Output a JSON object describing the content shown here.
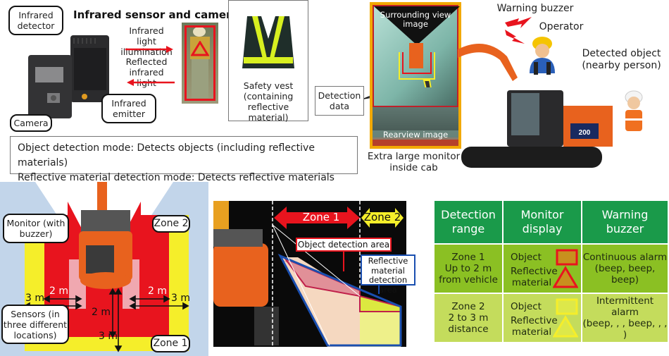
{
  "top_left": {
    "title": "Infrared sensor and camera",
    "callouts": {
      "infrared_detector": "Infrared detector",
      "camera": "Camera",
      "infrared_emitter": "Infrared emitter"
    },
    "arrows": {
      "illumination": "Infrared light illumination",
      "reflected": "Reflected infrared light"
    },
    "safety_vest": "Safety vest (containing reflective material)"
  },
  "modes": {
    "object_mode": "Object detection mode: Detects objects (including reflective materials)",
    "reflective_mode": "Reflective material detection mode: Detects reflective materials only"
  },
  "monitor": {
    "detection_data": "Detection data",
    "surrounding_view": "Surrounding view image",
    "rearview": "Rearview image",
    "caption": "Extra large monitor inside cab"
  },
  "excavator_scene": {
    "warning_buzzer": "Warning buzzer",
    "operator": "Operator",
    "detected_object": "Detected object (nearby person)",
    "model_badge": "200"
  },
  "top_view": {
    "monitor_callout": "Monitor (with buzzer)",
    "sensors_callout": "Sensors (in three different locations)",
    "zone2_label": "Zone 2",
    "zone1_label": "Zone 1",
    "dist_2m": "2 m",
    "dist_3m": "3 m"
  },
  "side_view": {
    "zone1": "Zone 1",
    "zone2": "Zone 2",
    "object_area": "Object detection area",
    "reflective_area": "Reflective material detection area"
  },
  "table": {
    "headers": [
      "Detection range",
      "Monitor display",
      "Warning buzzer"
    ],
    "rows": [
      {
        "range_line1": "Zone 1",
        "range_line2": "Up to 2 m from vehicle",
        "object": "Object",
        "reflective": "Reflective material",
        "buzzer_line1": "Continuous alarm",
        "buzzer_line2": "(beep, beep, beep)"
      },
      {
        "range_line1": "Zone 2",
        "range_line2": "2 to 3 m distance",
        "object": "Object",
        "reflective": "Reflective material",
        "buzzer_line1": "Intermittent alarm",
        "buzzer_line2": "(beep, , , beep, , , )"
      }
    ]
  },
  "colors": {
    "zone1_red": "#e8141e",
    "zone2_yellow": "#f5ee2a",
    "header_green": "#1a9a4a",
    "row1_green": "#8bc023",
    "row2_green": "#c4dc5c",
    "monitor_frame": "#f2a900",
    "machine_orange": "#e8621e"
  }
}
